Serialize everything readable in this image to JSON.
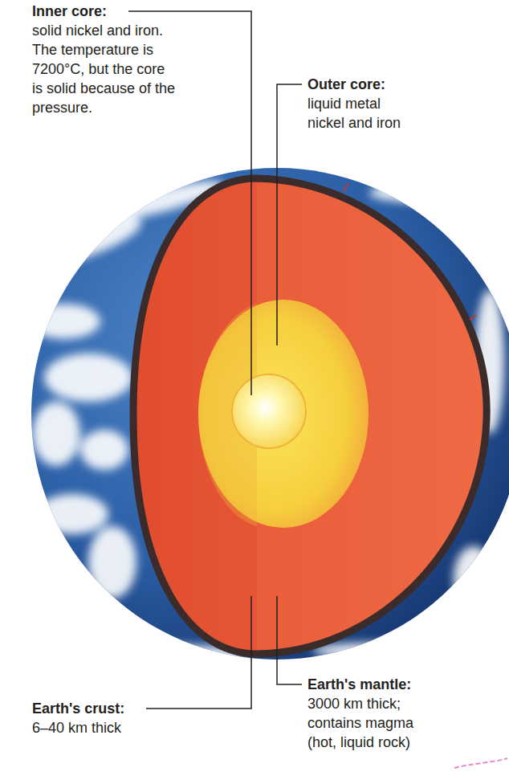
{
  "diagram": {
    "labels": [
      "Inner core:",
      "solid nickel and iron. The temperature is 7200°C, but the core is solid because of the pressure.",
      "Outer core:",
      "liquid metal nickel and iron",
      "Earth's crust:",
      "6–40 km thick",
      "Earth's mantle:",
      "3000 km thick; contains magma (hot, liquid rock)"
    ]
  }
}
